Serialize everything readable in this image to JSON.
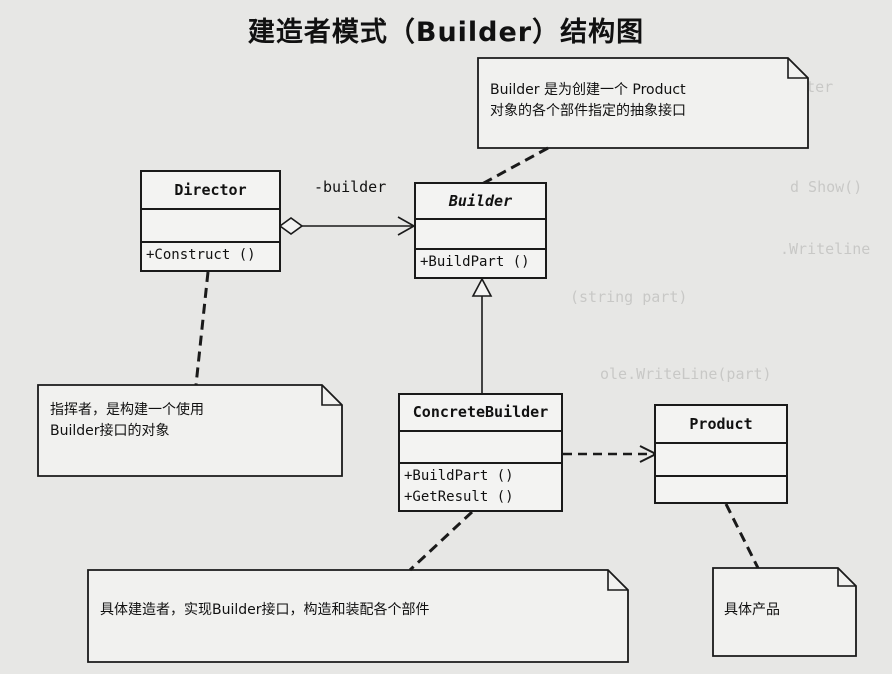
{
  "title": "建造者模式（Builder）结构图",
  "classes": {
    "director": {
      "name": "Director",
      "ops": [
        "+Construct ()"
      ]
    },
    "builder": {
      "name": "Builder",
      "ops": [
        "+BuildPart ()"
      ]
    },
    "concrete_builder": {
      "name": "ConcreteBuilder",
      "ops": [
        "+BuildPart ()",
        "+GetResult ()"
      ]
    },
    "product": {
      "name": "Product",
      "ops": []
    }
  },
  "association_label": "-builder",
  "notes": {
    "builder": [
      "Builder 是为创建一个 Product",
      "对象的各个部件指定的抽象接口"
    ],
    "director": [
      "指挥者，是构建一个使用",
      "Builder接口的对象"
    ],
    "concrete_builder": [
      "具体建造者，实现Builder接口，构造和装配各个部件"
    ],
    "product": [
      "具体产品"
    ]
  }
}
